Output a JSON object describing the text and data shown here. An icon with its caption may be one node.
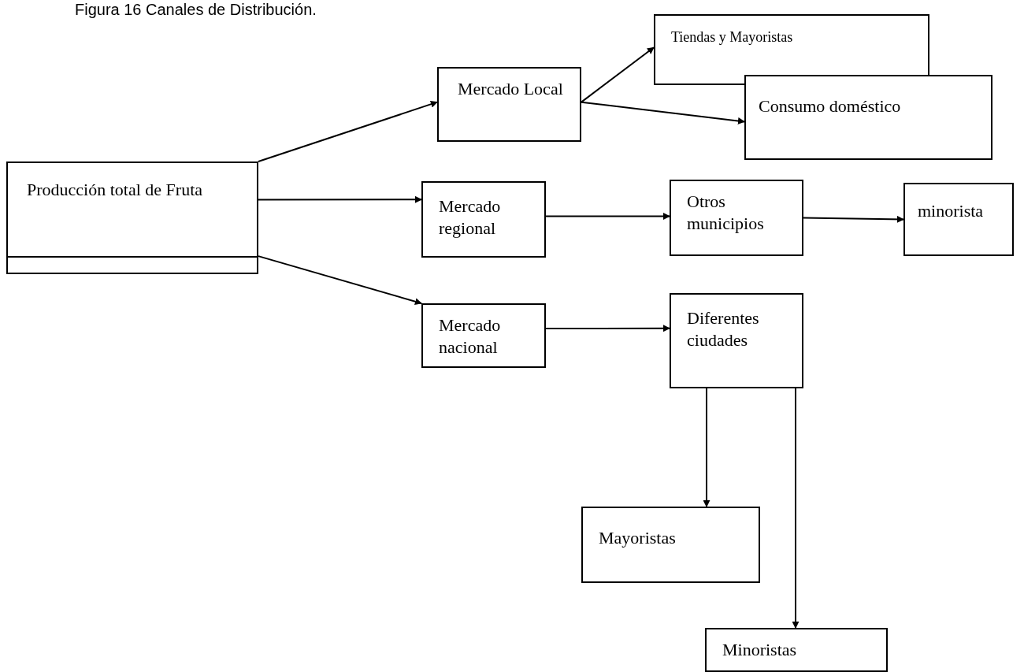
{
  "diagram": {
    "title": "Figura 16 Canales de Distribución.",
    "nodes": [
      {
        "text": [
          "Producción total de Fruta"
        ]
      },
      {
        "text": [
          "Mercado Local"
        ]
      },
      {
        "text": [
          "Tiendas y Mayoristas"
        ]
      },
      {
        "text": [
          "Consumo doméstico"
        ]
      },
      {
        "text": [
          "Mercado regional"
        ]
      },
      {
        "text": [
          "Otros municipios"
        ]
      },
      {
        "text": [
          "minorista"
        ]
      },
      {
        "text": [
          "Mercado nacional"
        ]
      },
      {
        "text": [
          "Diferentes ciudades"
        ]
      },
      {
        "text": [
          "Mayoristas"
        ]
      },
      {
        "text": [
          "Minoristas"
        ]
      }
    ],
    "edges": [
      {
        "from": 0,
        "to": 1,
        "arrow": "to"
      },
      {
        "from": 0,
        "to": 4,
        "arrow": "to"
      },
      {
        "from": 0,
        "to": 7,
        "arrow": "to"
      },
      {
        "from": 1,
        "to": 2,
        "arrow": "to"
      },
      {
        "from": 1,
        "to": 3,
        "arrow": "to"
      },
      {
        "from": 4,
        "to": 5,
        "arrow": "to"
      },
      {
        "from": 5,
        "to": 6,
        "arrow": "to"
      },
      {
        "from": 7,
        "to": 8,
        "arrow": "to"
      },
      {
        "from": 8,
        "to": 9,
        "arrow": "to"
      },
      {
        "from": 8,
        "to": 10,
        "arrow": "to"
      }
    ]
  }
}
